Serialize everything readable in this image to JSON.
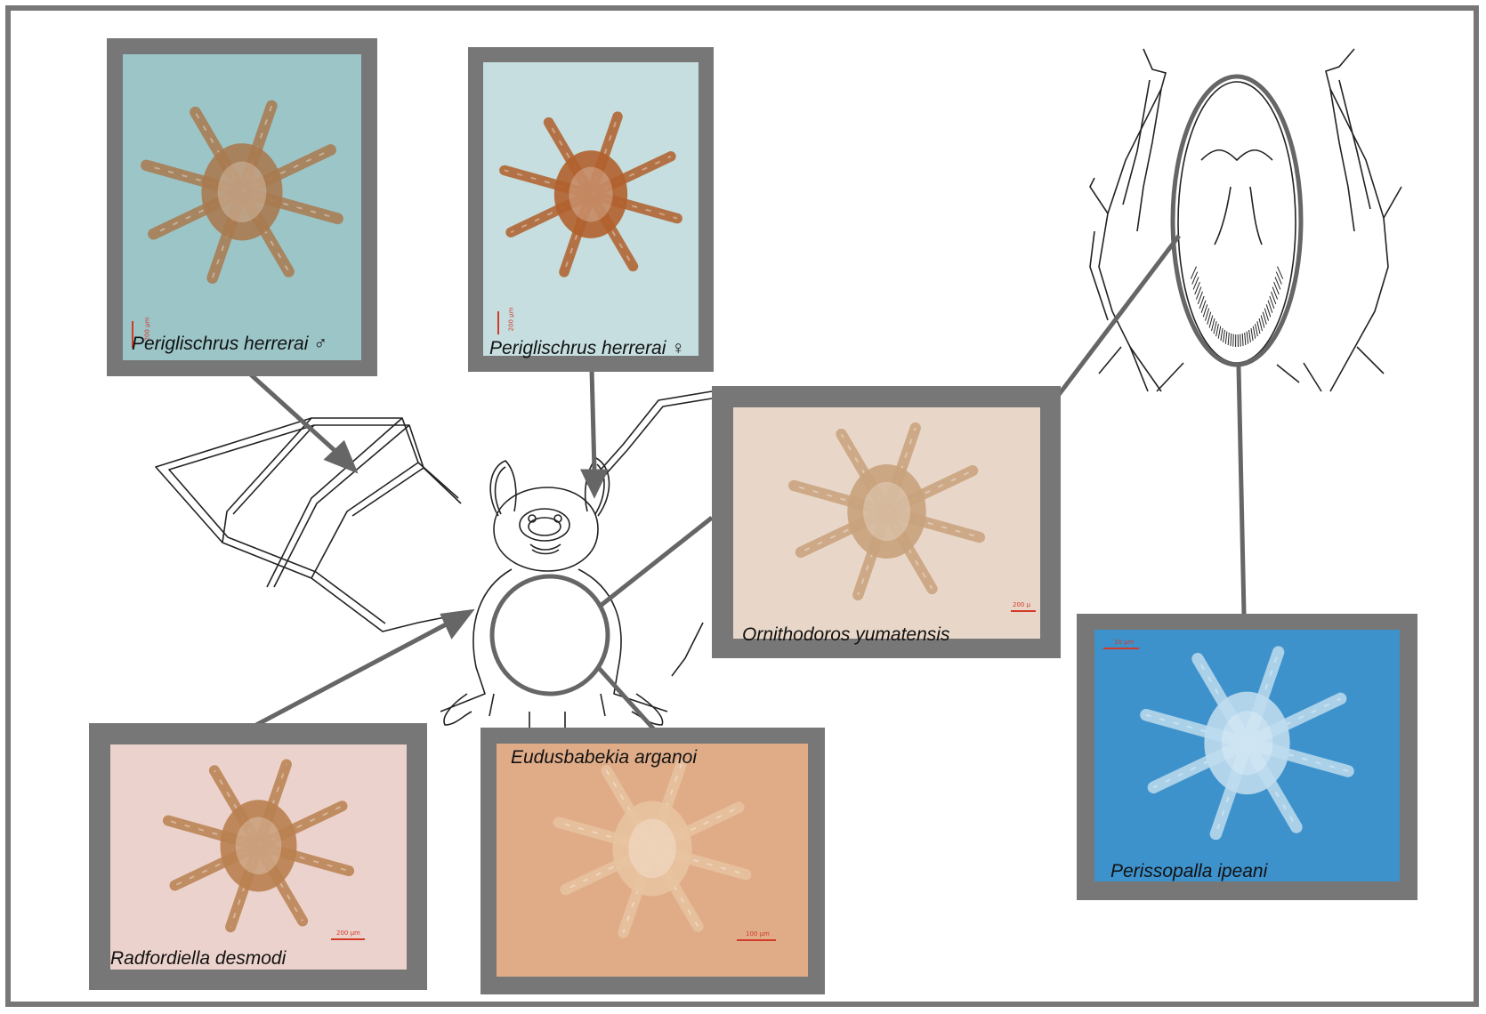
{
  "specimens": [
    {
      "id": "herrerai-male",
      "caption": "Periglischrus herrerai ♂",
      "bg": "#9cc5c8",
      "body": "#a97a50",
      "scale": "200 µm"
    },
    {
      "id": "herrerai-female",
      "caption": "Periglischrus herrerai ♀",
      "bg": "#c6dee0",
      "body": "#b0602c",
      "scale": "200 µm"
    },
    {
      "id": "ornithodoros",
      "caption": "Ornithodoros yumatensis",
      "bg": "#e8d7c9",
      "body": "#c9a27c",
      "scale": "200 µ"
    },
    {
      "id": "perissopalla",
      "caption": "Perissopalla ipeani",
      "bg": "#3e92cc",
      "body": "#bfdcee",
      "scale": "10 µm"
    },
    {
      "id": "radfordiella",
      "caption": "Radfordiella desmodi",
      "bg": "#ecd2cc",
      "body": "#b98050",
      "scale": "200 µm"
    },
    {
      "id": "eudusbabekia",
      "caption": "Eudusbabekia arganoi",
      "bg": "#e0ac88",
      "body": "#e8c3a0",
      "scale": "100 µm"
    }
  ],
  "colors": {
    "frame": "#777777",
    "arrow": "#666666",
    "drawing": "#222222"
  }
}
